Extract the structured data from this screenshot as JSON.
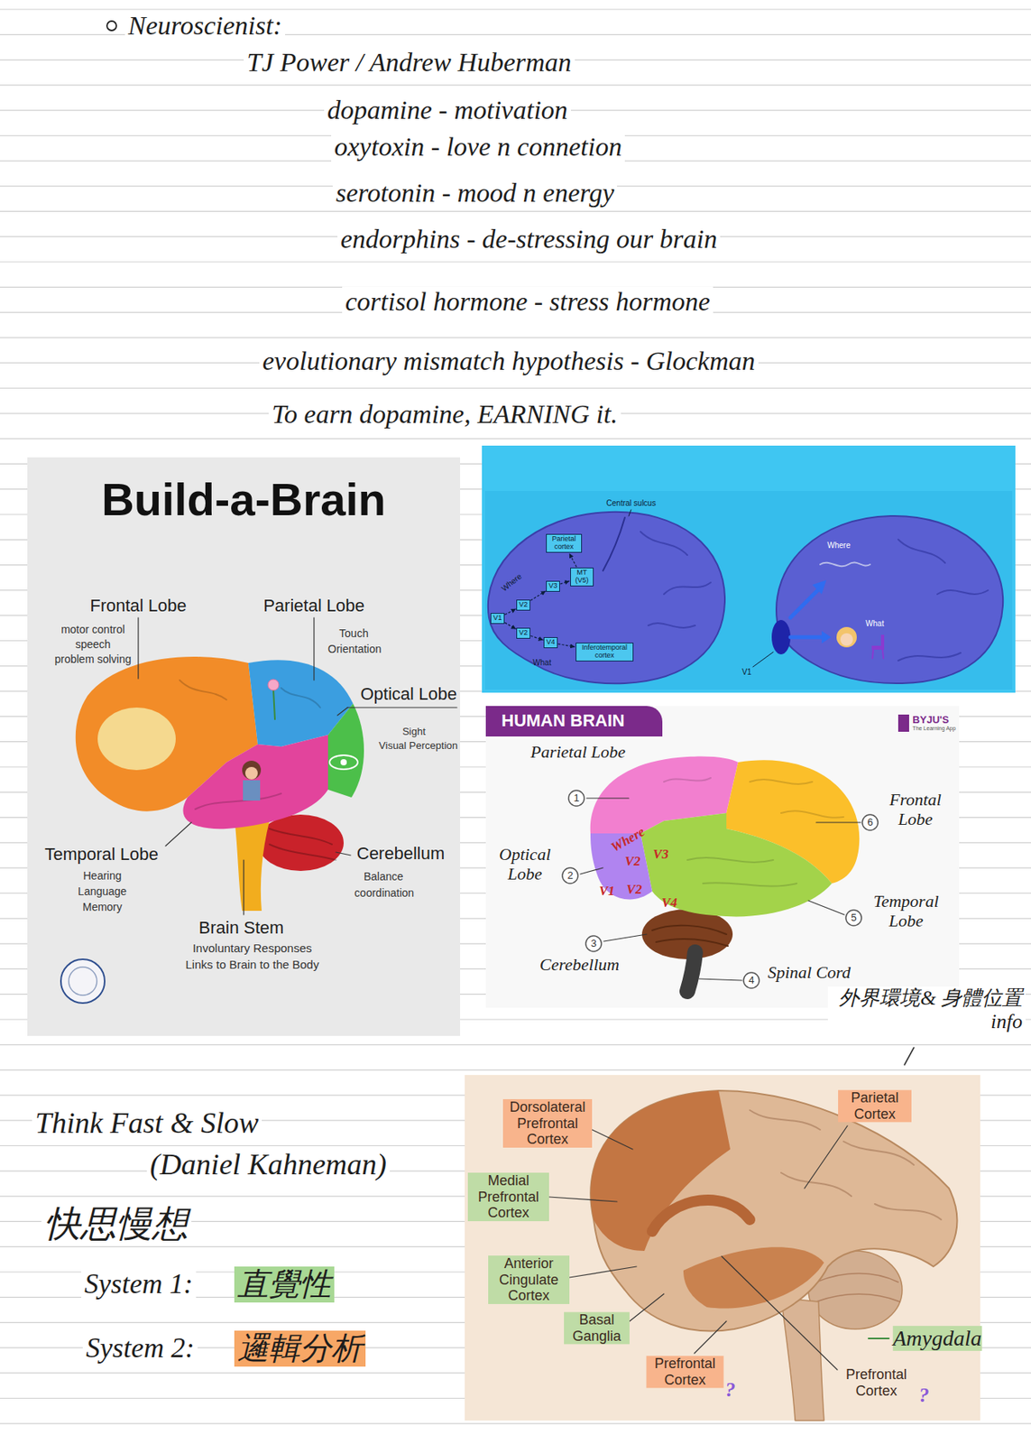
{
  "diagram": {
    "nodes": [
      {
        "text": [
          "Build-a-Brain"
        ]
      },
      {
        "text": [
          "Parietal cortex"
        ]
      },
      {
        "text": [
          "MT (V5)"
        ]
      },
      {
        "text": [
          "V3"
        ]
      },
      {
        "text": [
          "V2"
        ]
      },
      {
        "text": [
          "V1"
        ]
      },
      {
        "text": [
          "V2"
        ]
      },
      {
        "text": [
          "V4"
        ]
      },
      {
        "text": [
          "Inferotemporal cortex"
        ]
      },
      {
        "text": [
          "HUMAN BRAIN"
        ]
      },
      {
        "text": [
          "BYJU'S",
          "The Learning App"
        ]
      },
      {
        "text": [
          "1"
        ]
      },
      {
        "text": [
          "2"
        ]
      },
      {
        "text": [
          "3"
        ]
      },
      {
        "text": [
          "4"
        ]
      },
      {
        "text": [
          "5"
        ]
      },
      {
        "text": [
          "6"
        ]
      }
    ],
    "edges": [
      {
        "from": 5,
        "to": 4,
        "arrow": "to"
      },
      {
        "from": 4,
        "to": 3,
        "arrow": "to"
      },
      {
        "from": 3,
        "to": 2,
        "arrow": "to"
      },
      {
        "from": 2,
        "to": 1,
        "arrow": "to"
      },
      {
        "from": 5,
        "to": 6,
        "arrow": "to"
      },
      {
        "from": 6,
        "to": 7,
        "arrow": "to"
      },
      {
        "from": 7,
        "to": 8,
        "arrow": "to"
      }
    ],
    "labels": [
      "Neuroscienist:",
      "TJ Power / Andrew Huberman",
      "dopamine - motivation",
      "oxytoxin - love n connetion",
      "serotonin - mood n energy",
      "endorphins - de-stressing our brain",
      "cortisol hormone - stress hormone",
      "evolutionary mismatch hypothesis - Glockman",
      "To earn dopamine, EARNING it.",
      "Frontal Lobe",
      "motor control",
      "speech",
      "problem solving",
      "Parietal Lobe",
      "Touch",
      "Orientation",
      "Optical Lobe",
      "Sight",
      "Visual Perception",
      "Temporal Lobe",
      "Hearing",
      "Language",
      "Memory",
      "Cerebellum",
      "Balance",
      "coordination",
      "Brain Stem",
      "Involuntary Responses",
      "Links to Brain to the Body",
      "Central sulcus",
      "Where",
      "What",
      "Where",
      "What",
      "V1",
      "Parietal Lobe",
      "Optical Lobe",
      "Cerebellum",
      "Spinal Cord",
      "Temporal Lobe",
      "Frontal Lobe",
      "Where",
      "V2",
      "V3",
      "V1",
      "V2",
      "V4",
      "外界環境& 身體位置info",
      "Think Fast & Slow",
      "(Daniel Kahneman)",
      "快思慢想",
      "System 1:",
      "直覺性",
      "System 2:",
      "邏輯分析",
      "Dorsolateral Prefrontal Cortex",
      "Medial Prefrontal Cortex",
      "Anterior Cingulate Cortex",
      "Basal Ganglia",
      "Prefrontal Cortex",
      "?",
      "Parietal Cortex",
      "Amygdala",
      "Prefrontal Cortex",
      "?"
    ]
  }
}
